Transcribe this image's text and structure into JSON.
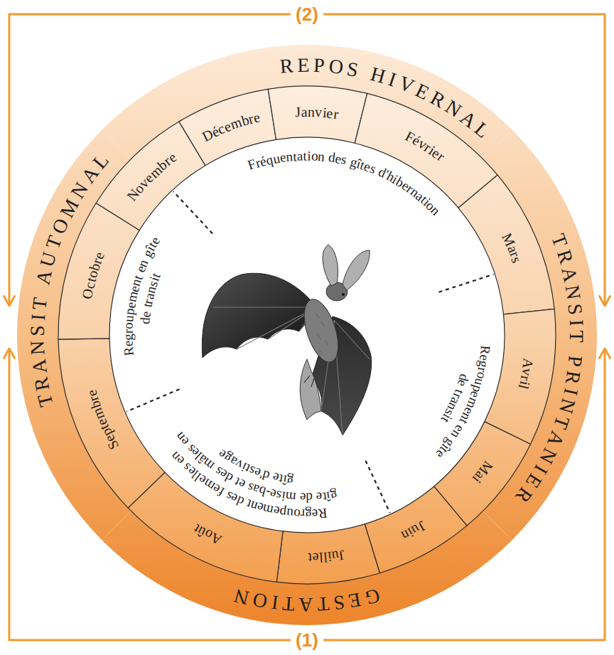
{
  "diagram": {
    "nodes": [
      {
        "text": [
          "REPOS HIVERNAL"
        ]
      },
      {
        "text": [
          "TRANSIT PRINTANIER"
        ]
      },
      {
        "text": [
          "GESTATION"
        ]
      },
      {
        "text": [
          "TRANSIT AUTOMNAL"
        ]
      },
      {
        "text": [
          "Décembre"
        ]
      },
      {
        "text": [
          "Janvier"
        ]
      },
      {
        "text": [
          "Février"
        ]
      },
      {
        "text": [
          "Mars"
        ]
      },
      {
        "text": [
          "Avril"
        ]
      },
      {
        "text": [
          "Mai"
        ]
      },
      {
        "text": [
          "Juin"
        ]
      },
      {
        "text": [
          "Juillet"
        ]
      },
      {
        "text": [
          "Août"
        ]
      },
      {
        "text": [
          "Septembre"
        ]
      },
      {
        "text": [
          "Octobre"
        ]
      },
      {
        "text": [
          "Novembre"
        ]
      },
      {
        "text": [
          "Fréquentation des gîtes d'hibernation"
        ]
      },
      {
        "text": [
          "Regroupement en gîte de transit"
        ]
      },
      {
        "text": [
          "Regroupement des femelles en gîte de mise-bas et des mâles en gîte d'estivage"
        ]
      },
      {
        "text": [
          "Regroupement en gîte de transit"
        ]
      }
    ],
    "edges": [
      {
        "from": 3,
        "to": 1,
        "label": "(2)",
        "arrow": "both"
      },
      {
        "from": 3,
        "to": 1,
        "label": "(1)",
        "arrow": "both"
      }
    ]
  }
}
